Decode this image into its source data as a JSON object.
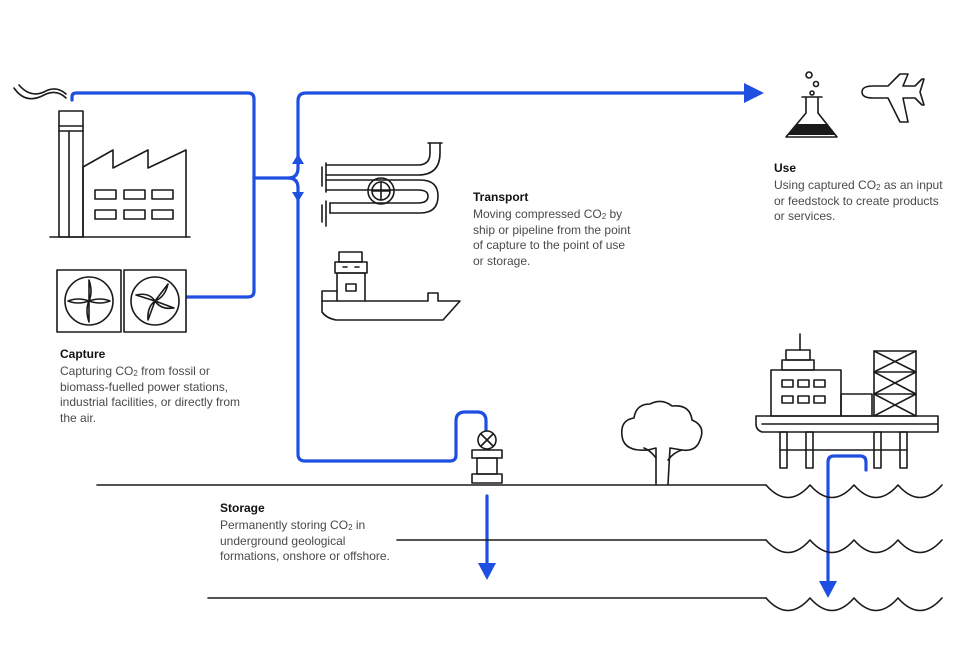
{
  "colors": {
    "flow": "#1f4fe0",
    "ink": "#1a1a1a",
    "body_text": "#4a4a4a"
  },
  "capture": {
    "title": "Capture",
    "desc_pre": "Capturing CO",
    "desc_sub": "2",
    "desc_post": " from fossil or biomass-fuelled power stations, industrial facilities, or directly from the air."
  },
  "transport": {
    "title": "Transport",
    "desc_pre": "Moving compressed CO",
    "desc_sub": "2",
    "desc_post": " by ship or pipeline from the point of capture to the point of use or storage."
  },
  "use": {
    "title": "Use",
    "desc_pre": "Using captured CO",
    "desc_sub": "2",
    "desc_post": " as an input or feedstock to create products or services."
  },
  "storage": {
    "title": "Storage",
    "desc_pre": "Permanently storing CO",
    "desc_sub": "2",
    "desc_post": " in underground geological formations, onshore or offshore."
  },
  "icons": [
    "factory-icon",
    "direct-air-capture-fans-icon",
    "pipeline-icon",
    "ship-icon",
    "flask-icon",
    "airplane-icon",
    "injection-wellhead-icon",
    "tree-icon",
    "offshore-platform-icon",
    "waves-icon"
  ]
}
